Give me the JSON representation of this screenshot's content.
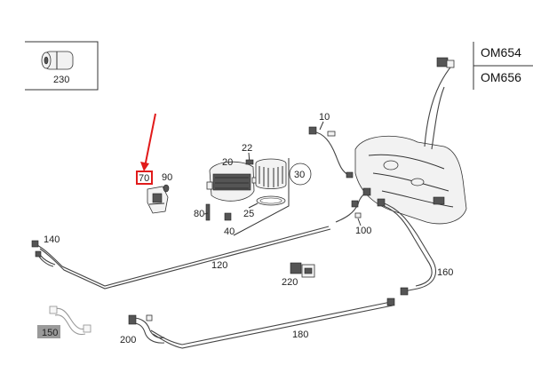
{
  "engine_codes": [
    "OM654",
    "OM656"
  ],
  "callouts": {
    "c10": "10",
    "c20": "20",
    "c22": "22",
    "c25": "25",
    "c30": "30",
    "c40": "40",
    "c70": "70",
    "c80": "80",
    "c90": "90",
    "c100": "100",
    "c120": "120",
    "c140": "140",
    "c150": "150",
    "c160": "160",
    "c180": "180",
    "c200": "200",
    "c220": "220",
    "c230": "230"
  },
  "highlight": {
    "part": "70",
    "color": "#e11b1b"
  },
  "colors": {
    "line": "#333333",
    "callout_box_150": "#9a9a9a"
  }
}
